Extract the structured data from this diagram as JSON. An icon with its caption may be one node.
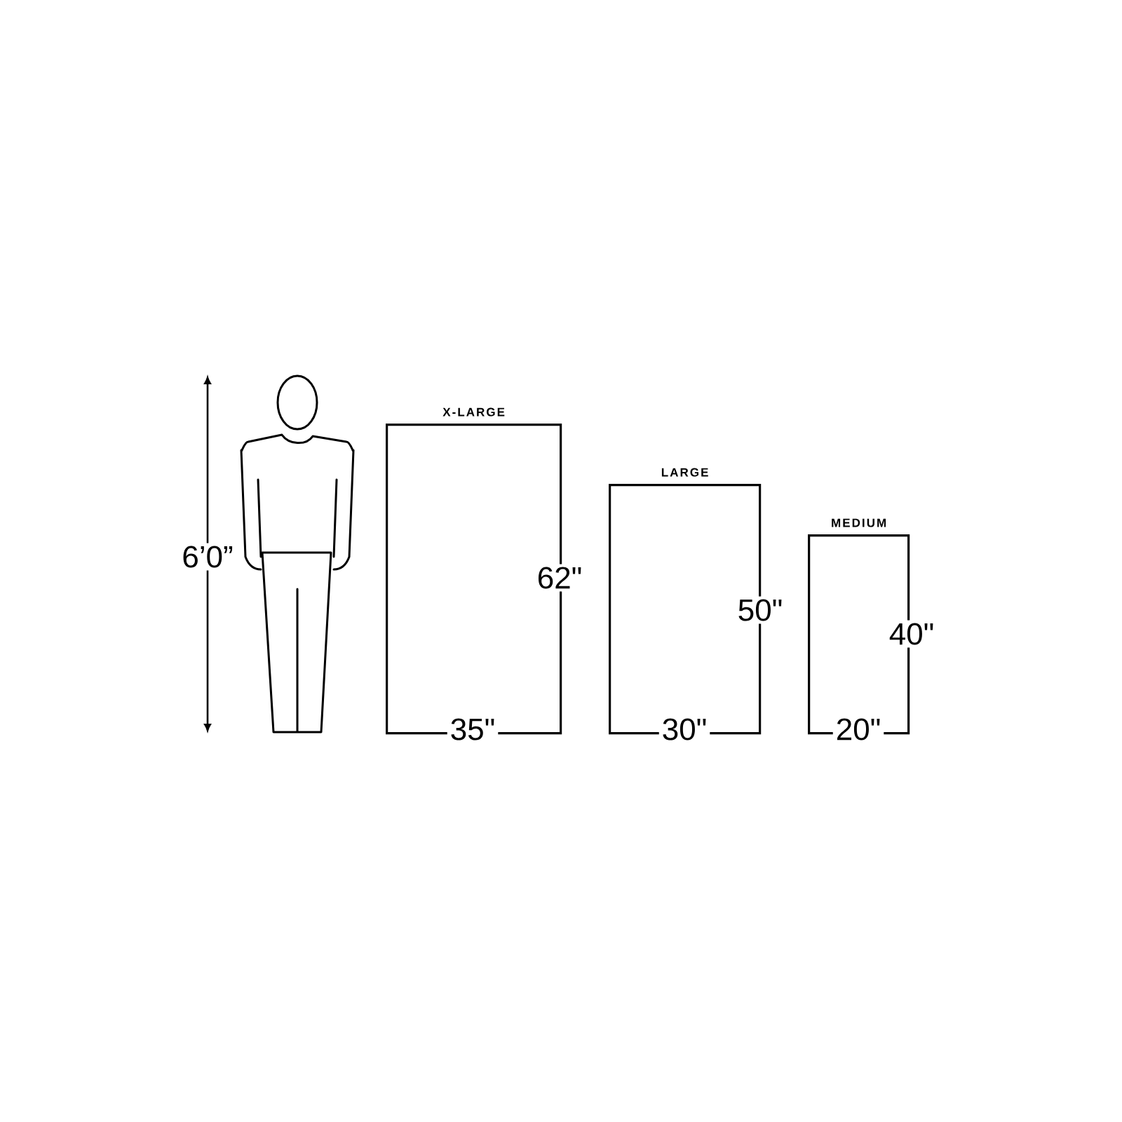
{
  "diagram": {
    "nodes": [
      {
        "text": [
          "X-LARGE"
        ]
      },
      {
        "text": [
          "LARGE"
        ]
      },
      {
        "text": [
          "MEDIUM"
        ]
      }
    ],
    "labels": [
      "6’0”",
      "62\"",
      "35\"",
      "50\"",
      "30\"",
      "40\"",
      "20\""
    ]
  }
}
